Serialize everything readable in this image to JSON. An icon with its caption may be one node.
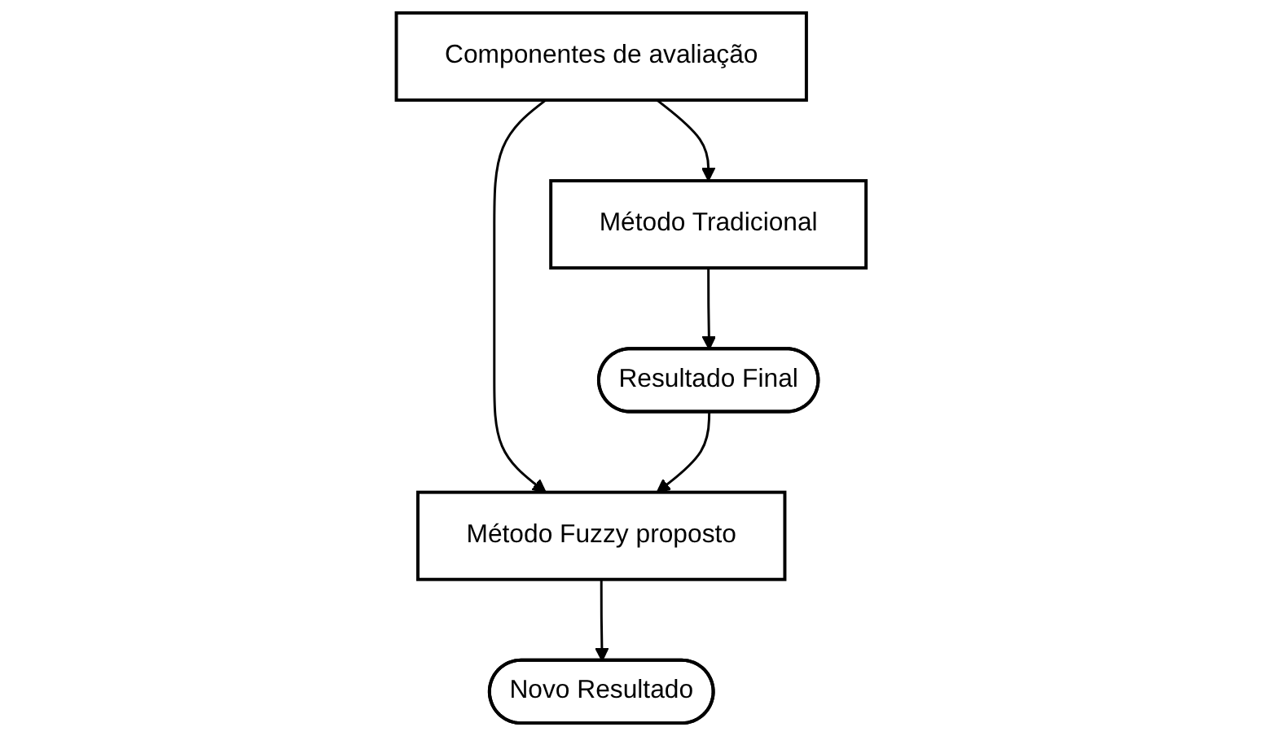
{
  "diagram": {
    "nodes": [
      {
        "text": [
          "Componentes de avaliação"
        ]
      },
      {
        "text": [
          "Método Tradicional"
        ]
      },
      {
        "text": [
          "Método Fuzzy proposto"
        ]
      },
      {
        "text": [
          "Resultado Final"
        ]
      },
      {
        "text": [
          "Novo Resultado"
        ]
      }
    ],
    "edges": [
      {
        "from": 0,
        "to": 1,
        "arrow": "to"
      },
      {
        "from": 0,
        "to": 2,
        "arrow": "to"
      },
      {
        "from": 1,
        "to": 3,
        "arrow": "to"
      },
      {
        "from": 3,
        "to": 2,
        "arrow": "to"
      },
      {
        "from": 2,
        "to": 4,
        "arrow": "to"
      }
    ]
  }
}
